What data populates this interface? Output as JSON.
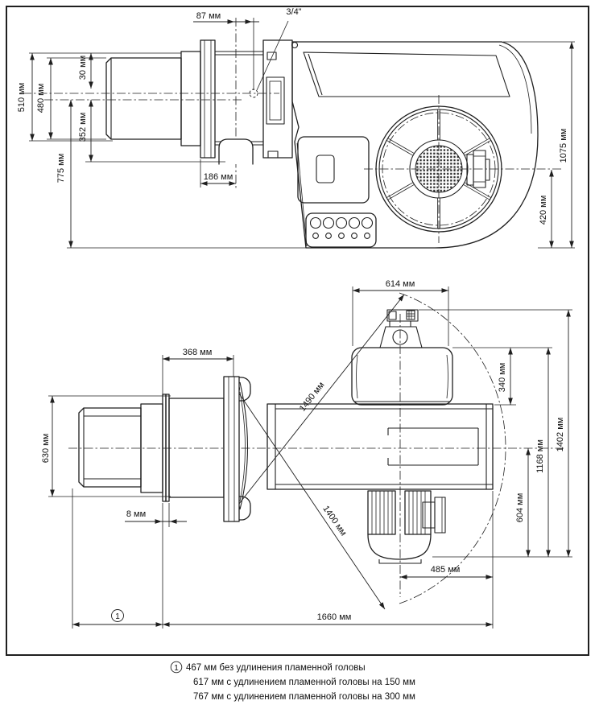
{
  "page": {
    "background": "#ffffff",
    "line_color": "#1f1f1f"
  },
  "top_view": {
    "dims": {
      "d87": "87 мм",
      "d34": "3/4\"",
      "d510": "510 мм",
      "d480": "480 мм",
      "d30": "30 мм",
      "d352": "352 мм",
      "d775": "775 мм",
      "d186": "186 мм",
      "d1075": "1075 мм",
      "d420": "420 мм"
    }
  },
  "bottom_view": {
    "dims": {
      "d614": "614 мм",
      "d368": "368 мм",
      "d630": "630 мм",
      "d8": "8 мм",
      "d1490": "1490 мм",
      "d1400": "1400 мм",
      "d340": "340 мм",
      "d1402": "1402 мм",
      "d1168": "1168 мм",
      "d604": "604 мм",
      "d485": "485 мм",
      "d1660": "1660 мм"
    },
    "callout": "1"
  },
  "notes": {
    "marker": "1",
    "line1": "467 мм без удлинения пламенной головы",
    "line2": "617 мм с удлинением пламенной головы на 150 мм",
    "line3": "767 мм с удлинением пламенной головы на 300 мм"
  }
}
